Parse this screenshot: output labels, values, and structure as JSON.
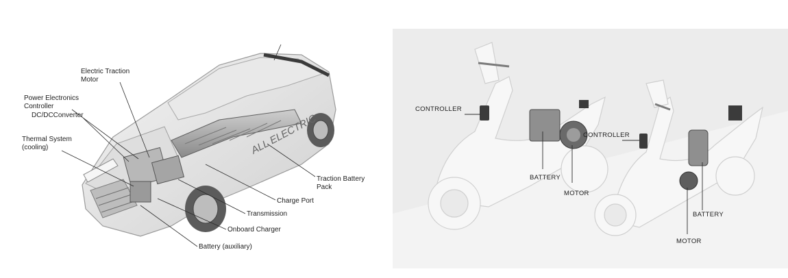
{
  "car_diagram": {
    "labels": {
      "traction_motor": "Electric Traction\nMotor",
      "power_electronics": "Power Electronics\nController",
      "dcdc": "DC/DCConverter",
      "thermal": "Thermal System\n(cooling)",
      "traction_battery": "Traction Battery\nPack",
      "charge_port": "Charge Port",
      "transmission": "Transmission",
      "onboard_charger": "Onboard Charger",
      "battery_aux": "Battery (auxiliary)"
    },
    "body_text": "ALL ELECTRIC"
  },
  "scooter_diagram": {
    "labels": {
      "controller_1": "CONTROLLER",
      "battery_1": "BATTERY",
      "motor_1": "MOTOR",
      "controller_2": "CONTROLLER",
      "battery_2": "BATTERY",
      "motor_2": "MOTOR"
    }
  }
}
